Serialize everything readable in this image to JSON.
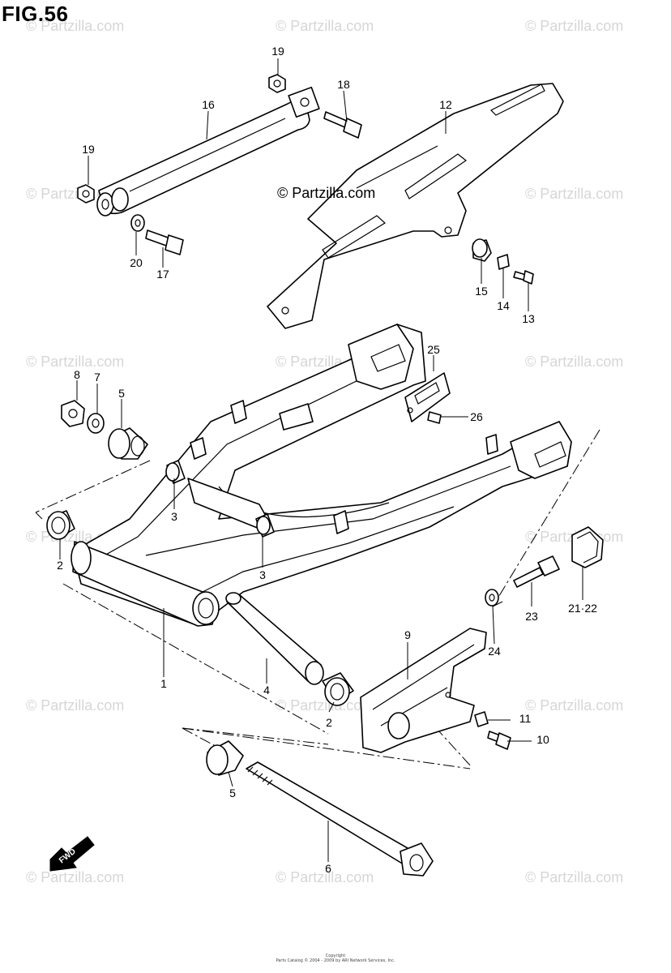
{
  "figure_title": "FIG.56",
  "center_watermark": "© Partzilla.com",
  "background_watermark": "© Partzilla.com",
  "fwd_label": "FWD",
  "copyright_line1": "Copyright",
  "copyright_line2": "Parts Catalog © 2004 - 2009 by ARI Network Services, Inc.",
  "callouts": [
    "19",
    "18",
    "16",
    "12",
    "19",
    "20",
    "17",
    "15",
    "14",
    "13",
    "25",
    "26",
    "8",
    "7",
    "5",
    "3",
    "3",
    "2",
    "1",
    "4",
    "2",
    "9",
    "24",
    "23",
    "21·22",
    "11",
    "10",
    "5",
    "6"
  ],
  "parts_shown": [
    {
      "ref": "1",
      "description": "swingarm"
    },
    {
      "ref": "2",
      "description": "bearing"
    },
    {
      "ref": "3",
      "description": "bushing"
    },
    {
      "ref": "4",
      "description": "spacer"
    },
    {
      "ref": "5",
      "description": "collar"
    },
    {
      "ref": "6",
      "description": "pivot shaft"
    },
    {
      "ref": "7",
      "description": "washer"
    },
    {
      "ref": "8",
      "description": "nut"
    },
    {
      "ref": "9",
      "description": "chain guide"
    },
    {
      "ref": "10",
      "description": "bolt"
    },
    {
      "ref": "11",
      "description": "collar"
    },
    {
      "ref": "12",
      "description": "chain cover"
    },
    {
      "ref": "13",
      "description": "screw"
    },
    {
      "ref": "14",
      "description": "collar"
    },
    {
      "ref": "15",
      "description": "grommet"
    },
    {
      "ref": "16",
      "description": "torque link"
    },
    {
      "ref": "17",
      "description": "bolt"
    },
    {
      "ref": "18",
      "description": "bolt"
    },
    {
      "ref": "19",
      "description": "nut"
    },
    {
      "ref": "20",
      "description": "washer"
    },
    {
      "ref": "21·22",
      "description": "clip nut"
    },
    {
      "ref": "23",
      "description": "bolt"
    },
    {
      "ref": "24",
      "description": "washer"
    },
    {
      "ref": "25",
      "description": "plate"
    },
    {
      "ref": "26",
      "description": "screw"
    }
  ]
}
